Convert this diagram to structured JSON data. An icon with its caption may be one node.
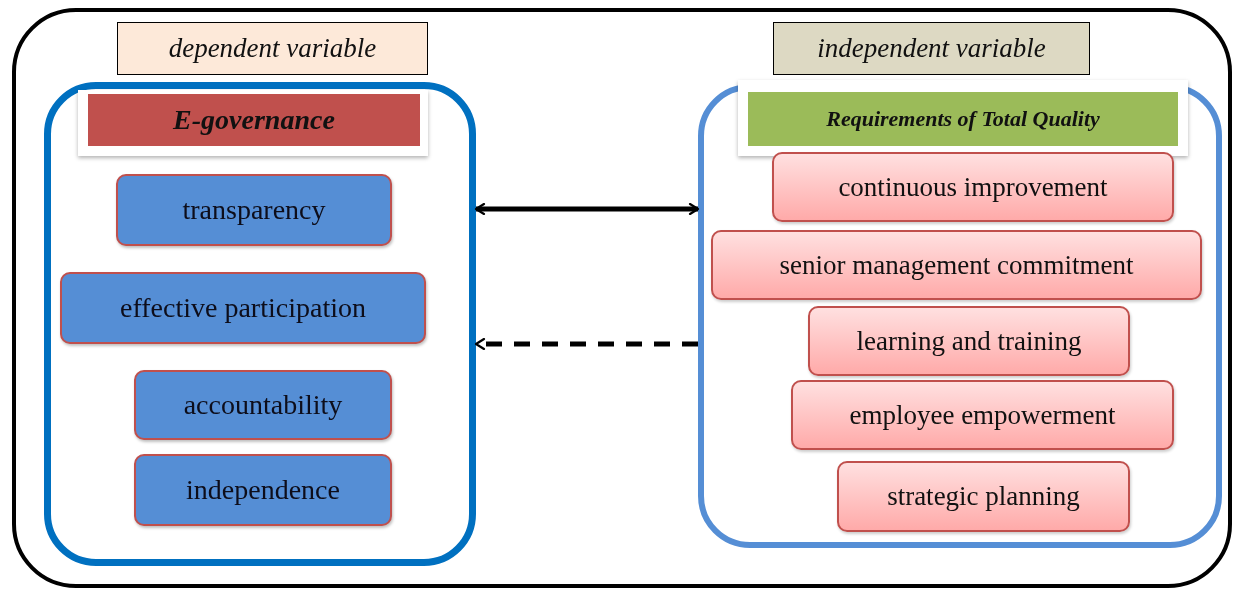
{
  "diagram": {
    "nodes": [
      {
        "text": [],
        "shape": "box"
      },
      {
        "text": [
          "dependent variable"
        ],
        "in": 0
      },
      {
        "text": [
          "E-governance"
        ],
        "in": 0
      },
      {
        "text": [
          "transparency"
        ],
        "in": 2
      },
      {
        "text": [
          "effective participation"
        ],
        "in": 2
      },
      {
        "text": [
          "accountability"
        ],
        "in": 2
      },
      {
        "text": [
          "independence"
        ],
        "in": 2
      },
      {
        "text": [
          "independent variable"
        ],
        "in": 0
      },
      {
        "text": [
          "Requirements of Total Quality"
        ],
        "in": 0
      },
      {
        "text": [
          "continuous improvement"
        ],
        "in": 8
      },
      {
        "text": [
          "senior management commitment"
        ],
        "in": 8
      },
      {
        "text": [
          "learning and training"
        ],
        "in": 8
      },
      {
        "text": [
          "employee empowerment"
        ],
        "in": 8
      },
      {
        "text": [
          "strategic planning"
        ],
        "in": 8
      }
    ],
    "edges": [
      {
        "from": 8,
        "to": 2,
        "arrow": "both"
      },
      {
        "from": 8,
        "to": 2,
        "arrow": "to",
        "style": "dashed"
      }
    ]
  }
}
